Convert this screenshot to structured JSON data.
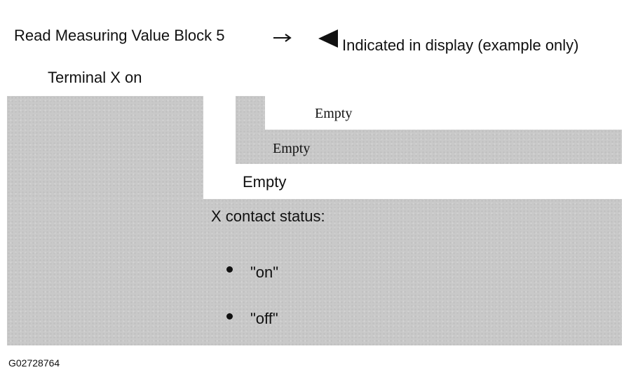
{
  "header": {
    "title": "Read Measuring Value Block 5",
    "note": "Indicated in display (example only)"
  },
  "icons": {
    "arrow": "right-arrow-icon",
    "pointer": "left-pointing-triangle-icon"
  },
  "display": {
    "terminal_label": "Terminal X on",
    "fields": [
      "Empty",
      "Empty",
      "Empty"
    ],
    "status_title": "X contact status:",
    "options": [
      "\"on\"",
      "\"off\""
    ]
  },
  "figure_code": "G02728764",
  "colors": {
    "panel_gray": "#c9c9c9",
    "text": "#111111",
    "background": "#ffffff"
  }
}
